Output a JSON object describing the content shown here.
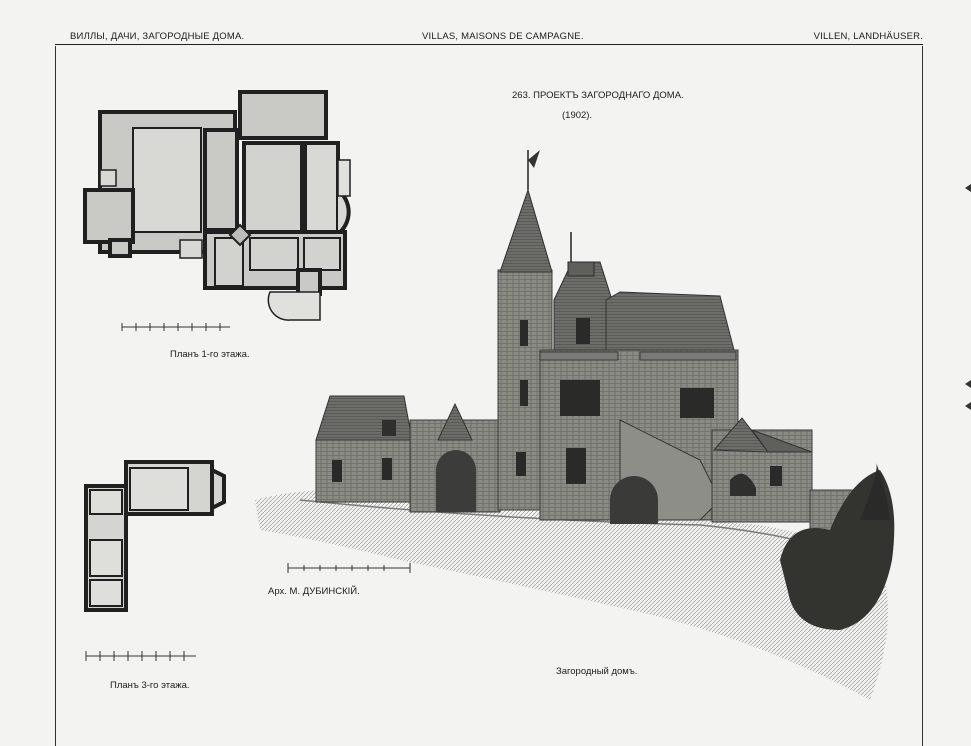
{
  "header": {
    "left": "ВИЛЛЫ, ДАЧИ, ЗАГОРОДНЫЕ ДОМА.",
    "center": "VILLAS, MAISONS DE CAMPAGNE.",
    "right": "VILLEN, LANDHÄUSER."
  },
  "plate": {
    "title": "263. ПРОЕКТЪ ЗАГОРОДНАГО ДОМА.",
    "year": "(1902)."
  },
  "plans": {
    "first_floor_caption": "Планъ 1-го этажа.",
    "third_floor_caption": "Планъ 3-го этажа."
  },
  "architect": "Арх. М. ДУБИНСКІЙ.",
  "illustration": {
    "caption": "Загородный домъ."
  }
}
